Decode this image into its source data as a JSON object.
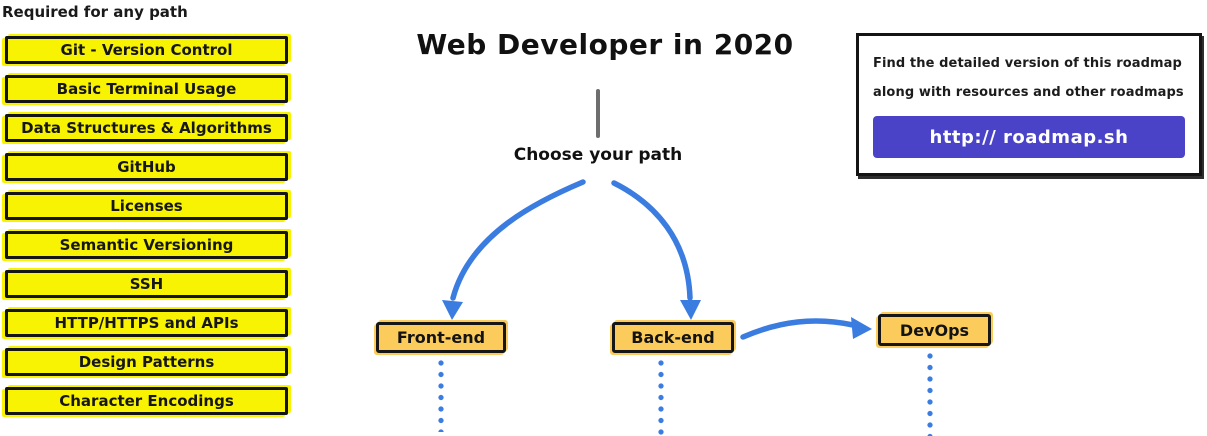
{
  "title": "Web Developer in 2020",
  "required": {
    "heading": "Required for any path",
    "items": [
      "Git - Version Control",
      "Basic Terminal Usage",
      "Data Structures & Algorithms",
      "GitHub",
      "Licenses",
      "Semantic Versioning",
      "SSH",
      "HTTP/HTTPS and APIs",
      "Design Patterns",
      "Character Encodings"
    ]
  },
  "path_chooser": {
    "label": "Choose your path",
    "options": [
      {
        "label": "Front-end"
      },
      {
        "label": "Back-end"
      },
      {
        "label": "DevOps"
      }
    ]
  },
  "info_box": {
    "line1": "Find the detailed version of this roadmap",
    "line2": "along with resources and other roadmaps",
    "link_label": "http:// roadmap.sh"
  },
  "colors": {
    "highlight-yellow": "#f8f303",
    "node-orange": "#fbcc5b",
    "arrow-blue": "#3b7ce0",
    "brand-purple": "#4a43c8",
    "ink": "#1a1a1a",
    "line-gray": "#6e6e6e"
  }
}
